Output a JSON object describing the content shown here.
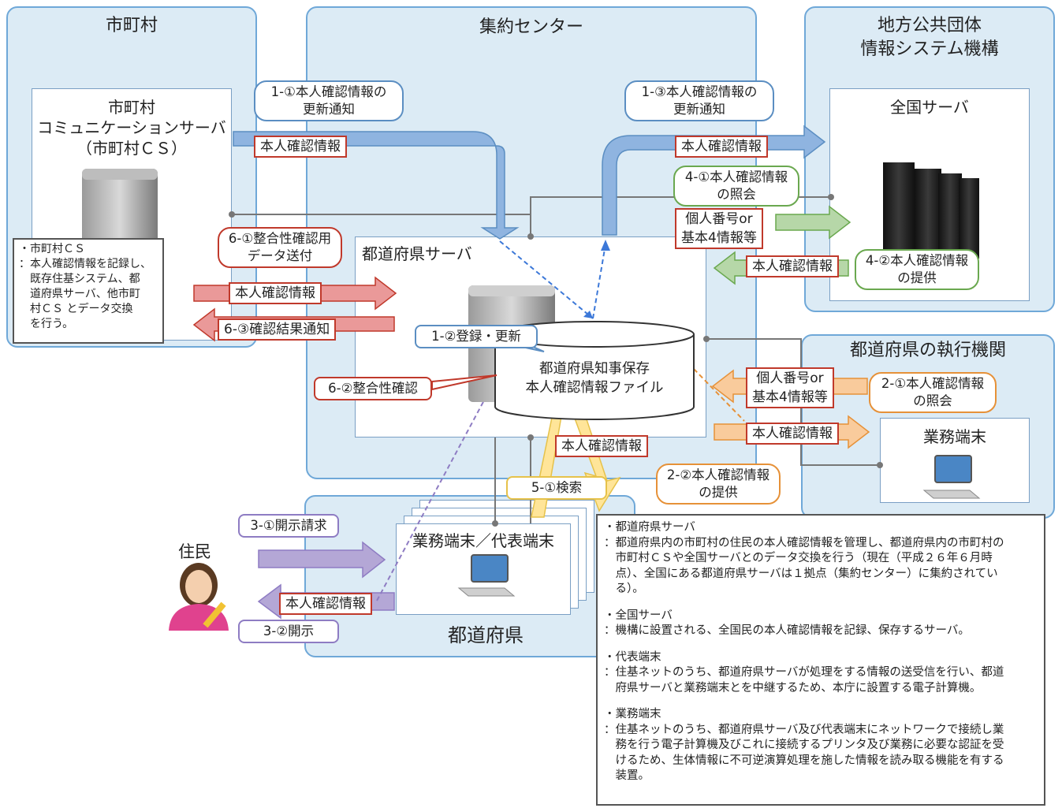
{
  "zones": {
    "municipality": "市町村",
    "center": "集約センター",
    "jlis": "地方公共団体\n情報システム機構",
    "exec": "都道府県の執行機関",
    "prefecture": "都道府県"
  },
  "servers": {
    "municipal_cs": "市町村\nコミュニケーションサーバ\n（市町村ＣＳ）",
    "national": "全国サーバ",
    "prefectural": "都道府県サーバ",
    "db_file": "都道府県知事保存\n本人確認情報ファイル",
    "exec_terminal": "業務端末",
    "pref_terminal": "業務端末／代表端末",
    "resident": "住民"
  },
  "labels": {
    "id_info": "本人確認情報",
    "number_or_4": "個人番号or\n基本4情報等",
    "result_notice": "6-③確認結果通知",
    "consistency_check": "6-②整合性確認",
    "register_update": "1-②登録・更新",
    "search": "5-①検索",
    "disclosure_request": "3-①開示請求",
    "disclosure": "3-②開示"
  },
  "callouts": {
    "c1_1": "1-①本人確認情報の\n更新通知",
    "c1_3": "1-③本人確認情報の\n更新通知",
    "c4_1": "4-①本人確認情報\nの照会",
    "c4_2": "4-②本人確認情報\nの提供",
    "c6_1": "6-①整合性確認用\nデータ送付",
    "c2_1": "2-①本人確認情報\nの照会",
    "c2_2": "2-②本人確認情報\nの提供"
  },
  "notes": {
    "municipal": "・市町村ＣＳ\n：本人確認情報を記録し、\n　既存住基システム、都\n　道府県サーバ、他市町\n　村ＣＳ とデータ交換\n　を行う。",
    "glossary": [
      "・都道府県サーバ\n：都道府県内の市町村の住民の本人確認情報を管理し、都道府県内の市町村の\n　市町村ＣＳや全国サーバとのデータ交換を行う（現在（平成２６年６月時\n　点）、全国にある都道府県サーバは１拠点（集約センター）に集約されてい\n　る）。",
      "・全国サーバ\n：機構に設置される、全国民の本人確認情報を記録、保存するサーバ。",
      "・代表端末\n：住基ネットのうち、都道府県サーバが処理をする情報の送受信を行い、都道\n　府県サーバと業務端末とを中継するため、本庁に設置する電子計算機。",
      "・業務端末\n：住基ネットのうち、都道府県サーバ及び代表端末にネットワークで接続し業\n　務を行う電子計算機及びこれに接続するプリンタ及び業務に必要な認証を受\n　けるため、生体情報に不可逆演算処理を施した情報を読み取る機能を有する\n　装置。"
    ]
  },
  "colors": {
    "zone_fill": "#dcebf5",
    "zone_border": "#6fa8d8",
    "blue_arrow": "#8fb4e0",
    "red_arrow": "#e06666",
    "green_arrow": "#a9d18e",
    "orange_arrow": "#f6b26b",
    "purple_arrow": "#b4a7d6",
    "yellow_arrow": "#ffe599"
  }
}
